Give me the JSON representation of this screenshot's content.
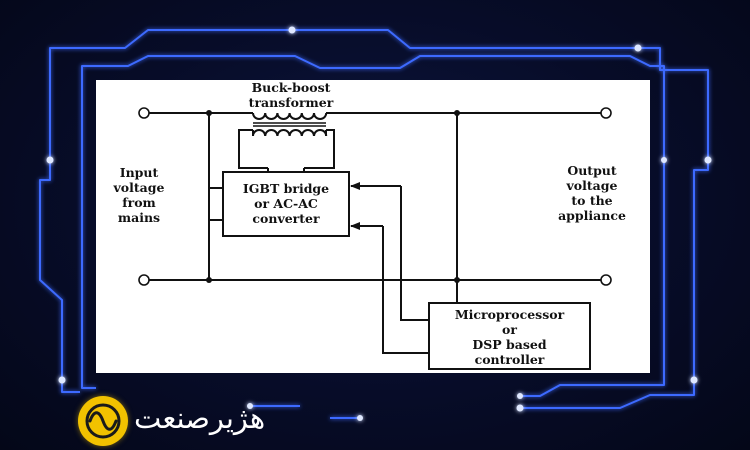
{
  "diagram": {
    "transformer_label": [
      "Buck-boost",
      "transformer"
    ],
    "converter_label": [
      "IGBT bridge",
      "or AC-AC",
      "converter"
    ],
    "input_label": [
      "Input",
      "voltage",
      "from",
      "mains"
    ],
    "output_label": [
      "Output",
      "voltage",
      "to the",
      "appliance"
    ],
    "controller_label": [
      "Microprocessor",
      "or",
      "DSP based",
      "controller"
    ]
  },
  "brand": {
    "name": "هژیرصنعت",
    "logo_color": "#f2c200",
    "frame_color": "#3d6bff"
  }
}
